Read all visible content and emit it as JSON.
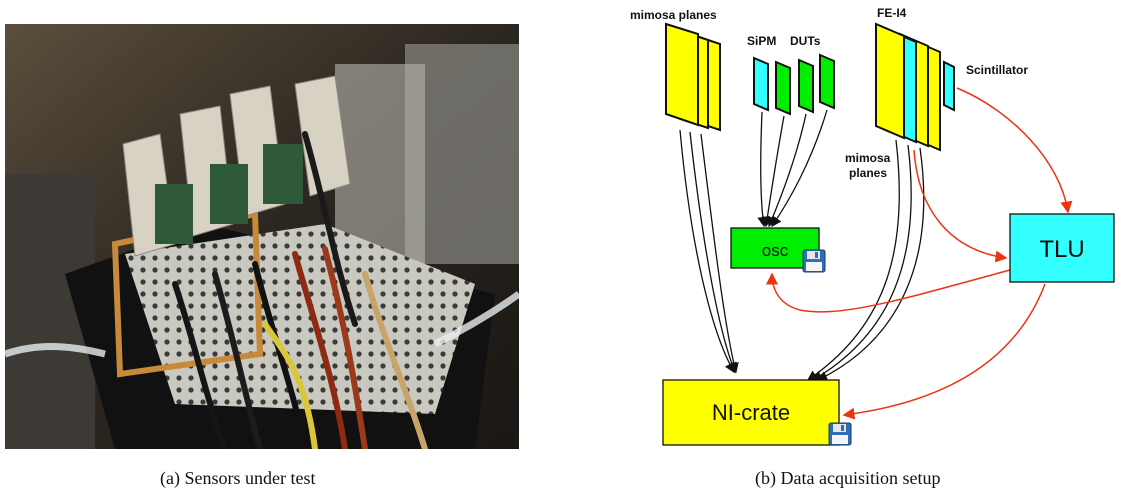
{
  "figures": {
    "a": {
      "caption": "(a) Sensors under test"
    },
    "b": {
      "caption": "(b) Data acquisition setup",
      "labels": {
        "mimosa_top": "mimosa planes",
        "sipm": "SiPM",
        "duts": "DUTs",
        "fei4": "FE-I4",
        "scintillator": "Scintillator",
        "mimosa_right_line1": "mimosa",
        "mimosa_right_line2": "planes"
      },
      "boxes": {
        "osc": "osc",
        "tlu": "TLU",
        "ni_crate": "NI-crate"
      },
      "colors": {
        "yellow": "#ffff00",
        "cyan": "#33ffff",
        "green": "#00ee00",
        "trigger_line": "#ee3311",
        "data_line": "#111111"
      },
      "icons": [
        "save-disk-icon",
        "save-disk-icon"
      ]
    }
  }
}
